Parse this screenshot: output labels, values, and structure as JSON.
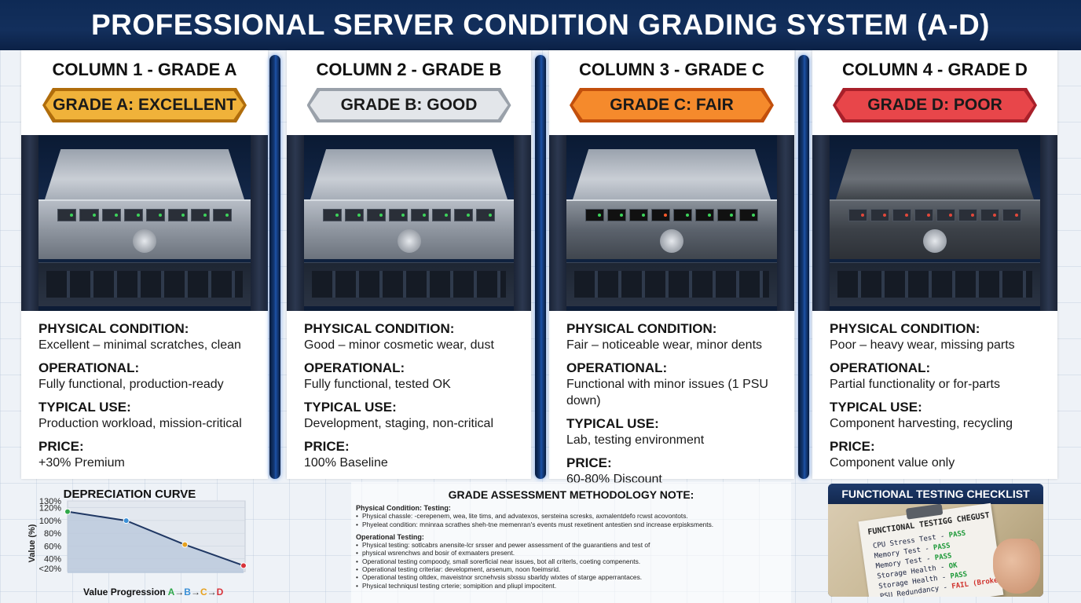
{
  "header": {
    "title": "PROFESSIONAL SERVER CONDITION GRADING SYSTEM (A-D)"
  },
  "columns": [
    {
      "title": "COLUMN 1 - GRADE A",
      "badge": "GRADE A: EXCELLENT",
      "badge_color": "#e39a1a",
      "badge_fill": "#f0b23a",
      "badge_border": "#b06d0c",
      "physical_label": "PHYSICAL CONDITION:",
      "physical": "Excellent – minimal scratches, clean",
      "operational_label": "OPERATIONAL:",
      "operational": "Fully functional, production-ready",
      "use_label": "TYPICAL USE:",
      "use": "Production workload, mission-critical",
      "price_label": "PRICE:",
      "price": "+30% Premium"
    },
    {
      "title": "COLUMN 2 - GRADE B",
      "badge": "GRADE B: GOOD",
      "badge_color": "#c7ccd3",
      "badge_fill": "#e3e6ea",
      "badge_border": "#9aa1aa",
      "physical_label": "PHYSICAL CONDITION:",
      "physical": "Good – minor cosmetic wear, dust",
      "operational_label": "OPERATIONAL:",
      "operational": "Fully functional, tested OK",
      "use_label": "TYPICAL USE:",
      "use": "Development, staging, non-critical",
      "price_label": "PRICE:",
      "price": "100% Baseline"
    },
    {
      "title": "COLUMN 3 - GRADE C",
      "badge": "GRADE C: FAIR",
      "badge_color": "#ec6a1c",
      "badge_fill": "#f58a2c",
      "badge_border": "#c24f0c",
      "physical_label": "PHYSICAL CONDITION:",
      "physical": "Fair – noticeable wear, minor dents",
      "operational_label": "OPERATIONAL:",
      "operational": "Functional with minor issues (1 PSU down)",
      "use_label": "TYPICAL USE:",
      "use": "Lab, testing environment",
      "price_label": "PRICE:",
      "price": "60-80% Discount"
    },
    {
      "title": "COLUMN 4 - GRADE D",
      "badge": "GRADE D: POOR",
      "badge_color": "#d8333a",
      "badge_fill": "#e8464a",
      "badge_border": "#a8202a",
      "physical_label": "PHYSICAL CONDITION:",
      "physical": "Poor – heavy wear, missing parts",
      "operational_label": "OPERATIONAL:",
      "operational": "Partial functionality or for-parts",
      "use_label": "TYPICAL USE:",
      "use": "Component harvesting, recycling",
      "price_label": "PRICE:",
      "price": "Component value only"
    }
  ],
  "depreciation": {
    "title": "DEPRECIATION CURVE",
    "ylabel": "Value (%)",
    "xlabel_prefix": "Value Progression ",
    "xlabel_grades": [
      "A",
      "B",
      "C",
      "D"
    ],
    "xlabel_arrow": "→",
    "grade_colors": [
      "#2fa84a",
      "#3a8fd6",
      "#e6a11f",
      "#d8333a"
    ]
  },
  "chart_data": {
    "type": "area",
    "title": "DEPRECIATION CURVE",
    "xlabel": "Value Progression A → B → C → D",
    "ylabel": "Value (%)",
    "y_ticks": [
      "130%",
      "120%",
      "100%",
      "80%",
      "60%",
      "40%",
      "<20%"
    ],
    "categories": [
      "A",
      "B",
      "C",
      "D"
    ],
    "values": [
      120,
      105,
      65,
      30
    ],
    "ylim": [
      20,
      130
    ]
  },
  "methodology": {
    "title": "GRADE ASSESSMENT METHODOLOGY NOTE:",
    "section1": "Physical Condition: Testing:",
    "section1_items": [
      "Physical chassle: -cerepenem, wea, lite tims, and advatexos, sersteina scresks, axmalentdefo rcwst acovontots.",
      "Phyeleat condition: mninraa scrathes sheh-tne memenran's events must rexetinent antestien snd increase erpisksments."
    ],
    "section2": "Operational Testing:",
    "section2_items": [
      "Physical testing: sotlcabrs anensite-lcr srsser and pewer assessment of the guarantiens and test of",
      "physical wsrenchws and bosir of exmaaters present.",
      "Operational testing compoody, small sorerficial near issues, bot all criterls, coeting compenents.",
      "Operational testing criteriar: development, arsenum, noon foeimsrid.",
      "Operational testing oltdex, maveistnor srcnehvsis slxssu sbarldy wixtes of starge apperrantaces.",
      "Physical techniqusl testing crterie; somipition and pliupl impocitent."
    ]
  },
  "checklist": {
    "title": "FUNCTIONAL TESTING CHECKLIST",
    "board_title": "FUNCTIONAL TESTIGG CHEGUST",
    "lines": [
      {
        "item": "CPU Stress Test -",
        "status": "PASS",
        "ok": true
      },
      {
        "item": "Memory Test -",
        "status": "PASS",
        "ok": true
      },
      {
        "item": "Memory Test -",
        "status": "PASS",
        "ok": true
      },
      {
        "item": "Storage Health -",
        "status": "OK",
        "ok": true
      },
      {
        "item": "Storage Health -",
        "status": "PASS",
        "ok": true
      },
      {
        "item": "PSU Redundancy -",
        "status": "FAIL (Broke",
        "ok": false
      }
    ]
  }
}
